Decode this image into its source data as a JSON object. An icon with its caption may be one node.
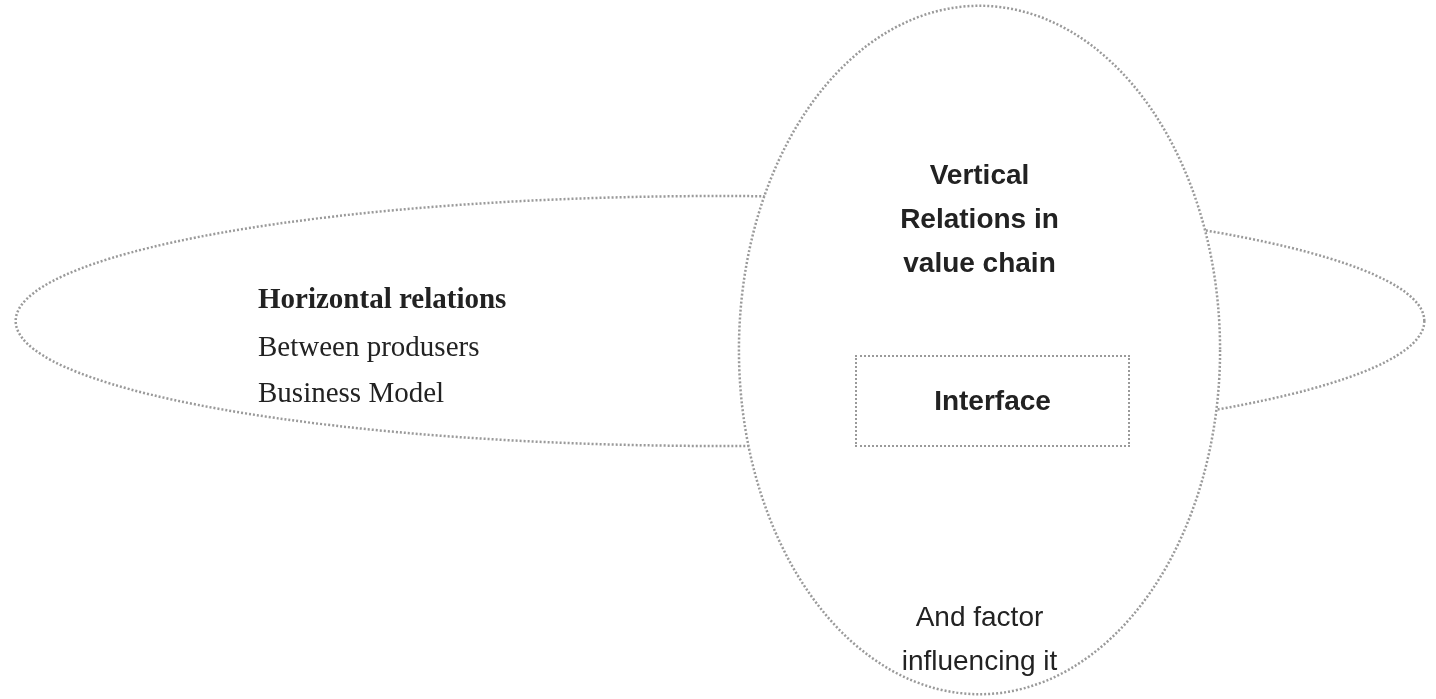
{
  "diagram": {
    "nodes": [
      {
        "text": [
          "Horizontal relations",
          "Between produsers",
          "Business Model"
        ]
      },
      {
        "text": [
          "Vertical Relations in value chain",
          "And factor influencing it"
        ]
      },
      {
        "text": [
          "Interface"
        ]
      }
    ]
  }
}
